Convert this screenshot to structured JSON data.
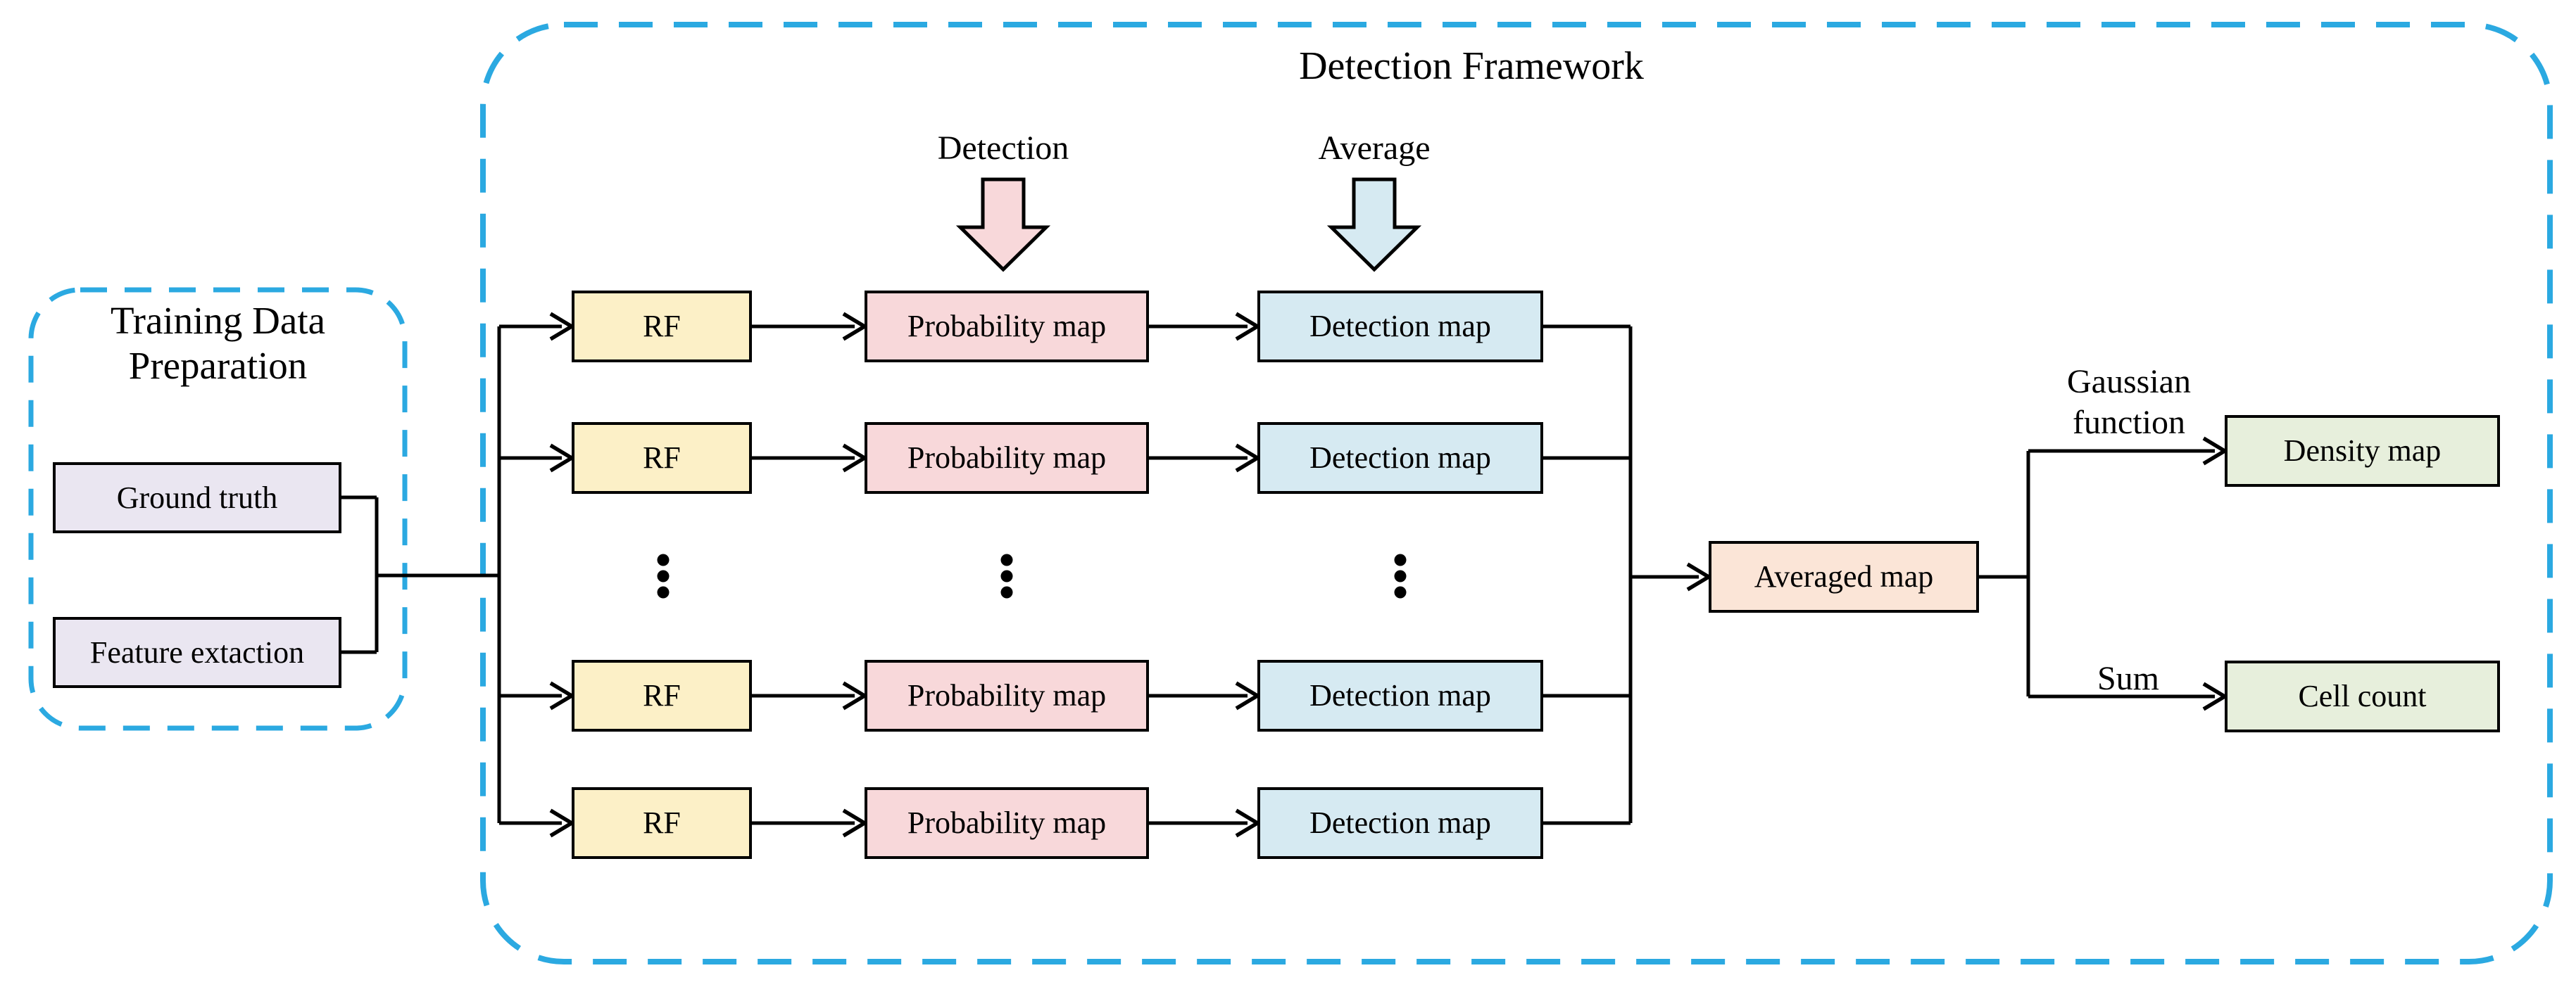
{
  "framework": {
    "title": "Detection Framework"
  },
  "training_panel": {
    "title": "Training Data\nPreparation",
    "ground_truth": "Ground truth",
    "feature_extraction": "Feature extaction"
  },
  "pipeline_rows": [
    {
      "rf": "RF",
      "probability": "Probability map",
      "detection": "Detection map"
    },
    {
      "rf": "RF",
      "probability": "Probability map",
      "detection": "Detection map"
    },
    {
      "rf": "RF",
      "probability": "Probability map",
      "detection": "Detection map"
    },
    {
      "rf": "RF",
      "probability": "Probability map",
      "detection": "Detection map"
    }
  ],
  "annotations": {
    "detection": "Detection",
    "average": "Average",
    "gaussian": "Gaussian\nfunction",
    "sum": "Sum"
  },
  "outputs": {
    "averaged_map": "Averaged map",
    "density_map": "Density map",
    "cell_count": "Cell count"
  },
  "icons": {
    "detection_arrow": "down-block-arrow-icon",
    "average_arrow": "down-block-arrow-icon",
    "row_ellipsis": "vertical-ellipsis-icon",
    "flow_arrowhead": "arrowhead-icon"
  },
  "colors": {
    "accent_dashed": "#2BA9E1",
    "line_color": "#000000",
    "rf_fill": "#FCF0C7",
    "probability_fill": "#F8D8DA",
    "detection_fill": "#D6EAF2",
    "averaged_fill": "#FBE5D7",
    "output_fill": "#E7EFDC",
    "training_item_fill": "#EAE6F1",
    "text_color": "#000000"
  }
}
